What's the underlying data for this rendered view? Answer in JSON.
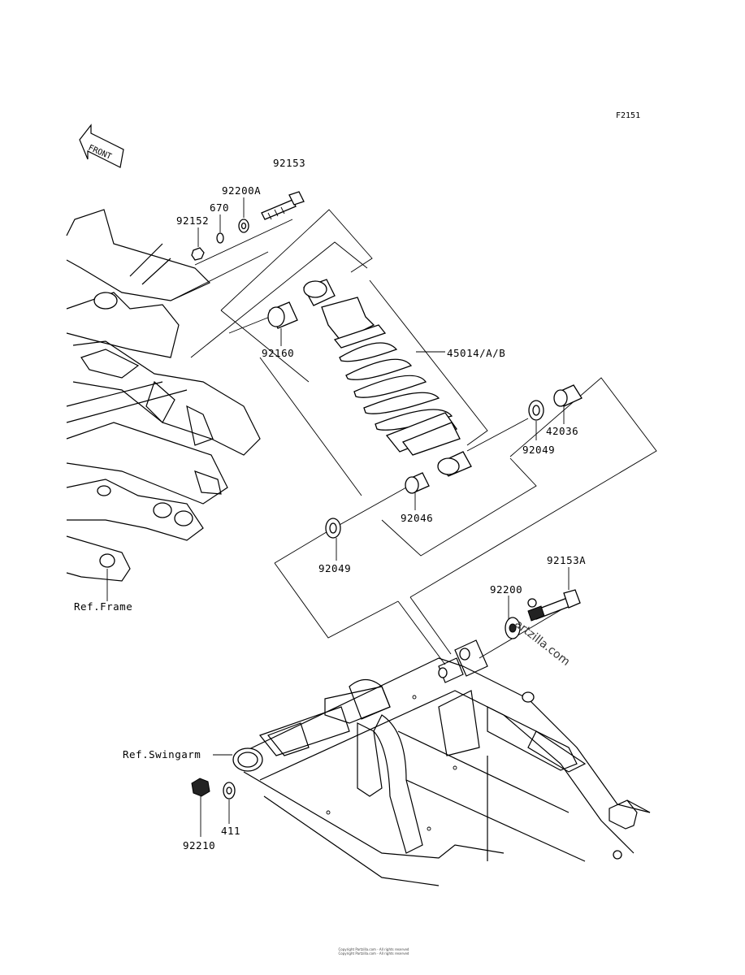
{
  "figure": {
    "code": "F2151"
  },
  "front_arrow": {
    "text": "FRONT"
  },
  "part_numbers": {
    "p92153": "92153",
    "p92200A": "92200A",
    "p670": "670",
    "p92152": "92152",
    "p92160": "92160",
    "p45014": "45014/A/B",
    "p42036": "42036",
    "p92049a": "92049",
    "p92046": "92046",
    "p92049b": "92049",
    "p92153A": "92153A",
    "p92200": "92200",
    "p411": "411",
    "p92210": "92210"
  },
  "references": {
    "frame": "Ref.Frame",
    "swingarm": "Ref.Swingarm"
  },
  "watermark": "artzilla.com",
  "footer": {
    "line1": "Copyright Partzilla.com - All rights reserved",
    "line2": "Copyright Partzilla.com - All rights reserved"
  }
}
